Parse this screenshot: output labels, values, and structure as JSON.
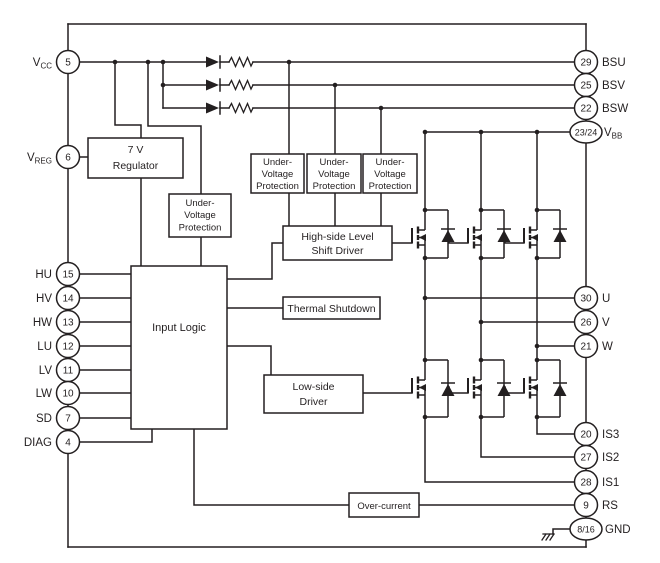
{
  "title": "Motor driver IC functional block diagram",
  "colors": {
    "line": "#231f20",
    "background": "#ffffff"
  },
  "blocks": {
    "regulator": {
      "lines": [
        "7 V",
        "Regulator"
      ]
    },
    "uvp_main": {
      "lines": [
        "Under-",
        "Voltage",
        "Protection"
      ]
    },
    "uvp_bsu": {
      "lines": [
        "Under-",
        "Voltage",
        "Protection"
      ]
    },
    "uvp_bsv": {
      "lines": [
        "Under-",
        "Voltage",
        "Protection"
      ]
    },
    "uvp_bsw": {
      "lines": [
        "Under-",
        "Voltage",
        "Protection"
      ]
    },
    "high_side_driver": {
      "lines": [
        "High-side Level",
        "Shift Driver"
      ]
    },
    "thermal_shutdown": {
      "lines": [
        "Thermal Shutdown"
      ]
    },
    "input_logic": {
      "lines": [
        "Input Logic"
      ]
    },
    "low_side_driver": {
      "lines": [
        "Low-side",
        "Driver"
      ]
    },
    "over_current": {
      "lines": [
        "Over-current"
      ]
    }
  },
  "pins": {
    "left": [
      {
        "number": "5",
        "base": "V",
        "sub": "CC"
      },
      {
        "number": "6",
        "base": "V",
        "sub": "REG"
      },
      {
        "number": "15",
        "base": "HU",
        "sub": ""
      },
      {
        "number": "14",
        "base": "HV",
        "sub": ""
      },
      {
        "number": "13",
        "base": "HW",
        "sub": ""
      },
      {
        "number": "12",
        "base": "LU",
        "sub": ""
      },
      {
        "number": "11",
        "base": "LV",
        "sub": ""
      },
      {
        "number": "10",
        "base": "LW",
        "sub": ""
      },
      {
        "number": "7",
        "base": "SD",
        "sub": ""
      },
      {
        "number": "4",
        "base": "DIAG",
        "sub": ""
      }
    ],
    "right": [
      {
        "number": "29",
        "base": "BSU",
        "sub": ""
      },
      {
        "number": "25",
        "base": "BSV",
        "sub": ""
      },
      {
        "number": "22",
        "base": "BSW",
        "sub": ""
      },
      {
        "number": "23/24",
        "base": "V",
        "sub": "BB"
      },
      {
        "number": "30",
        "base": "U",
        "sub": ""
      },
      {
        "number": "26",
        "base": "V",
        "sub": ""
      },
      {
        "number": "21",
        "base": "W",
        "sub": ""
      },
      {
        "number": "20",
        "base": "IS3",
        "sub": ""
      },
      {
        "number": "27",
        "base": "IS2",
        "sub": ""
      },
      {
        "number": "28",
        "base": "IS1",
        "sub": ""
      },
      {
        "number": "9",
        "base": "RS",
        "sub": ""
      },
      {
        "number": "8/16",
        "base": "GND",
        "sub": ""
      }
    ]
  }
}
